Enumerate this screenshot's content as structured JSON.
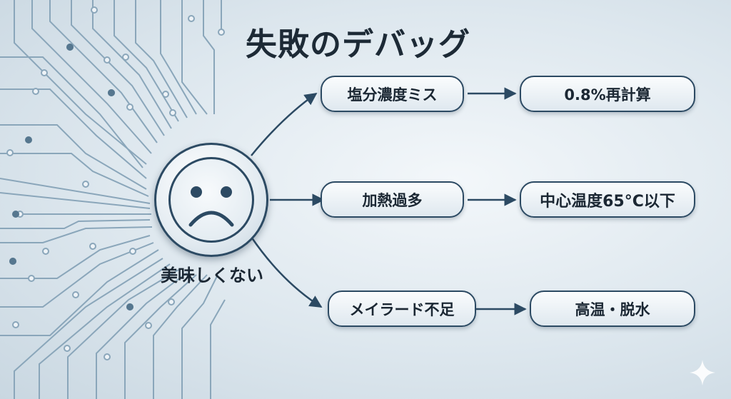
{
  "title": "失敗のデバッグ",
  "problem": {
    "label": "美味しくない",
    "icon": "sad-face-icon"
  },
  "branches": [
    {
      "cause": "塩分濃度ミス",
      "fix": "0.8%再計算"
    },
    {
      "cause": "加熱過多",
      "fix": "中心温度65°C以下"
    },
    {
      "cause": "メイラード不足",
      "fix": "高温・脱水"
    }
  ],
  "colors": {
    "line": "#2c4a63",
    "circuit": "#8aa6ba",
    "text": "#1b2733"
  }
}
